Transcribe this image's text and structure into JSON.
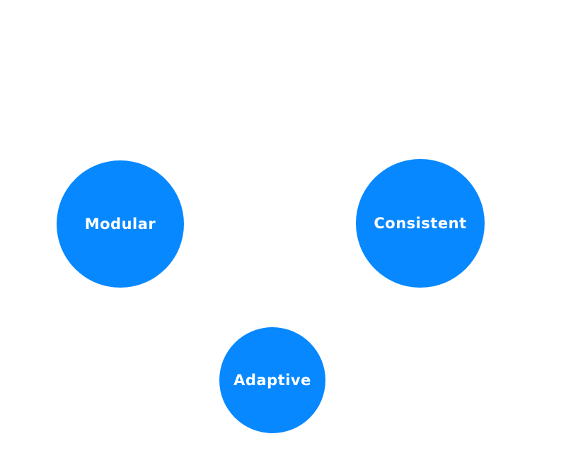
{
  "colors": {
    "circle_fill": "#0788ff",
    "label_text": "#ffffff",
    "background": "#ffffff"
  },
  "nodes": [
    {
      "label": "Modular"
    },
    {
      "label": "Consistent"
    },
    {
      "label": "Adaptive"
    }
  ]
}
